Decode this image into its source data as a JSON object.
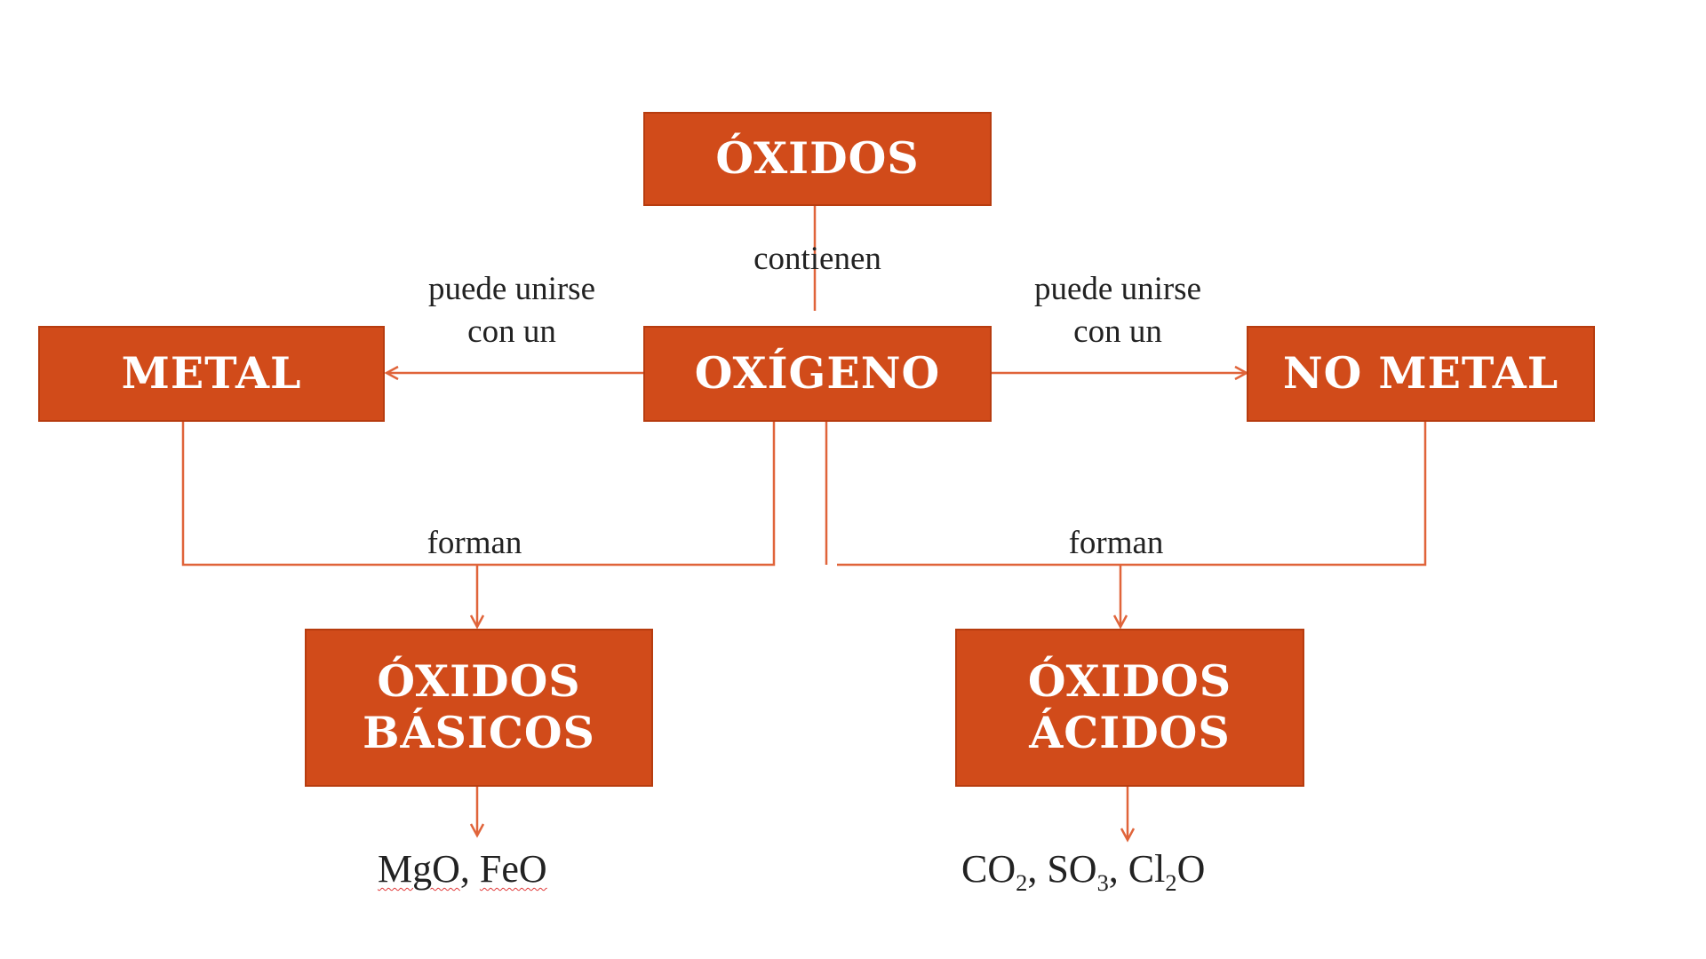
{
  "diagram": {
    "nodes": {
      "oxidos": "ÓXIDOS",
      "oxigeno": "OXÍGENO",
      "metal": "METAL",
      "no_metal": "NO METAL",
      "oxidos_basicos": [
        "ÓXIDOS",
        "BÁSICOS"
      ],
      "oxidos_acidos": [
        "ÓXIDOS",
        "ÁCIDOS"
      ]
    },
    "edge_labels": {
      "contienen": "contienen",
      "left_union": [
        "puede unirse",
        "con un"
      ],
      "right_union": [
        "puede unirse",
        "con un"
      ],
      "forman_left": "forman",
      "forman_right": "forman"
    },
    "examples": {
      "basic": [
        "MgO",
        ", ",
        "FeO"
      ],
      "acid": {
        "co2": [
          "CO",
          "2"
        ],
        "so3": [
          "SO",
          "3"
        ],
        "cl2o": [
          "Cl",
          "2",
          "O"
        ],
        "separator": ", "
      }
    },
    "colors": {
      "box_fill": "#d14b1a",
      "box_border": "#b73c0f",
      "line": "#e0643a",
      "text": "#222222"
    }
  }
}
